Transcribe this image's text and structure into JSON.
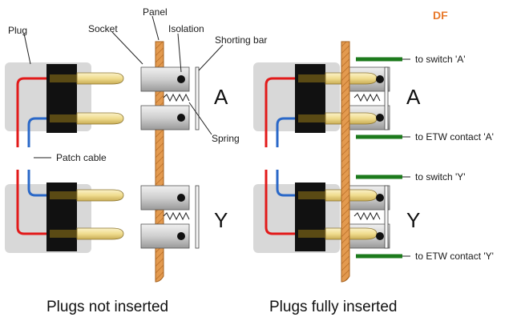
{
  "logo": {
    "text": "DF",
    "color": "#e8792b"
  },
  "left": {
    "caption": "Plugs not inserted",
    "labels": {
      "plug": "Plug",
      "socket": "Socket",
      "panel": "Panel",
      "isolation": "Isolation",
      "shorting_bar": "Shorting bar",
      "spring": "Spring",
      "patch_cable": "Patch cable"
    },
    "channel_top": "A",
    "channel_bottom": "Y"
  },
  "right": {
    "caption": "Plugs fully inserted",
    "channel_top": "A",
    "channel_bottom": "Y",
    "wires": [
      "to switch 'A'",
      "to ETW contact 'A'",
      "to switch 'Y'",
      "to ETW contact 'Y'"
    ]
  },
  "colors": {
    "panel": "#d98a3c",
    "plug_body": "#111111",
    "plug_pin": "#f1df9b",
    "plug_shaft": "#5a4a14",
    "socket": "#d4d4d4",
    "cable_red": "#e21a1a",
    "cable_blue": "#2a68c8",
    "wire_green": "#1c7a1c",
    "housing_gray": "#dcdcdc"
  }
}
